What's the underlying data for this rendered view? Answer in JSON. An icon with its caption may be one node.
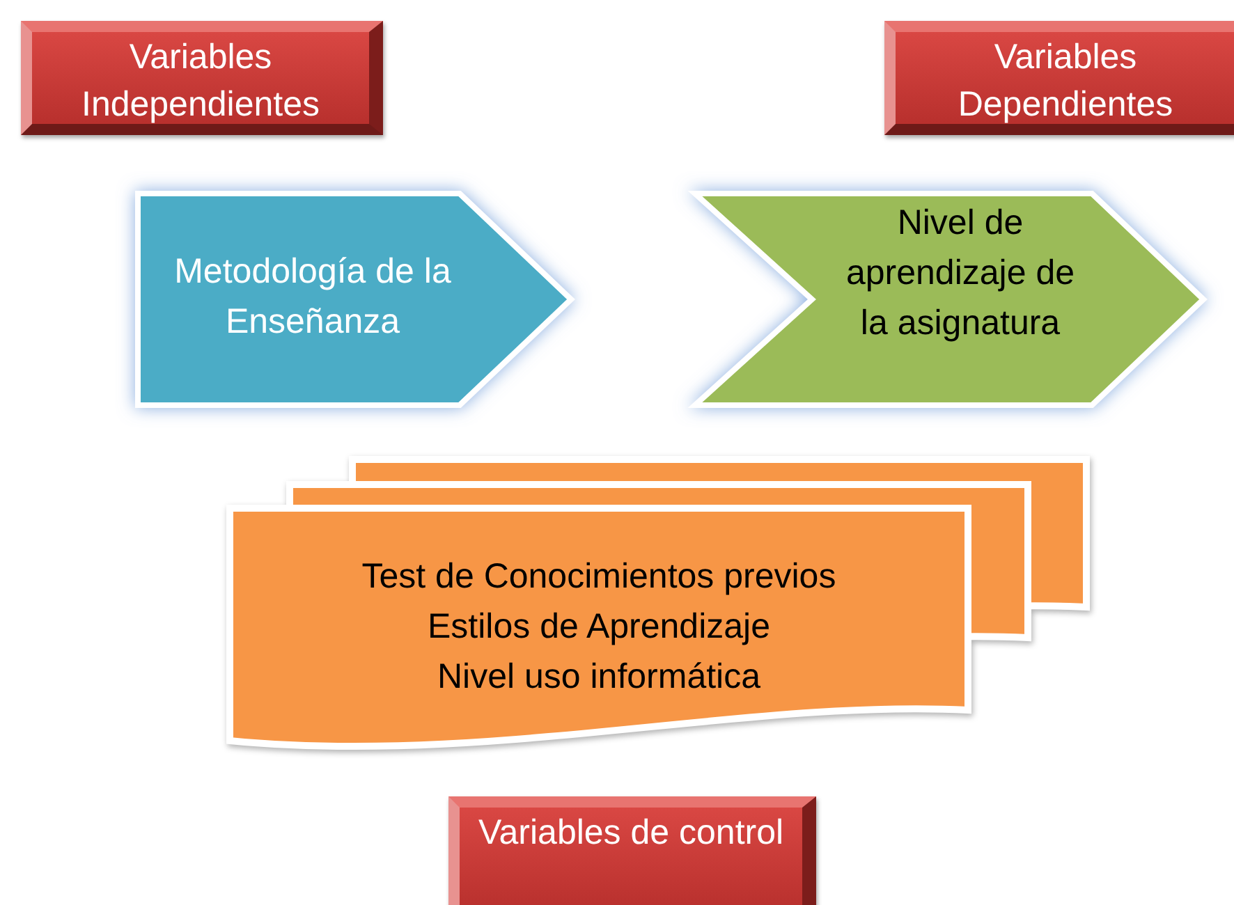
{
  "diagram": {
    "nodes": [
      {
        "text": [
          "Variables Independientes"
        ]
      },
      {
        "text": [
          "Variables Dependientes"
        ]
      },
      {
        "text": [
          "Metodología de la Enseñanza"
        ]
      },
      {
        "text": [
          "Nivel de aprendizaje de la asignatura"
        ]
      },
      {
        "text": [
          "Test de Conocimientos previos",
          "Estilos de Aprendizaje",
          "Nivel uso informática"
        ]
      },
      {
        "text": [
          "Variables de control"
        ]
      }
    ]
  }
}
